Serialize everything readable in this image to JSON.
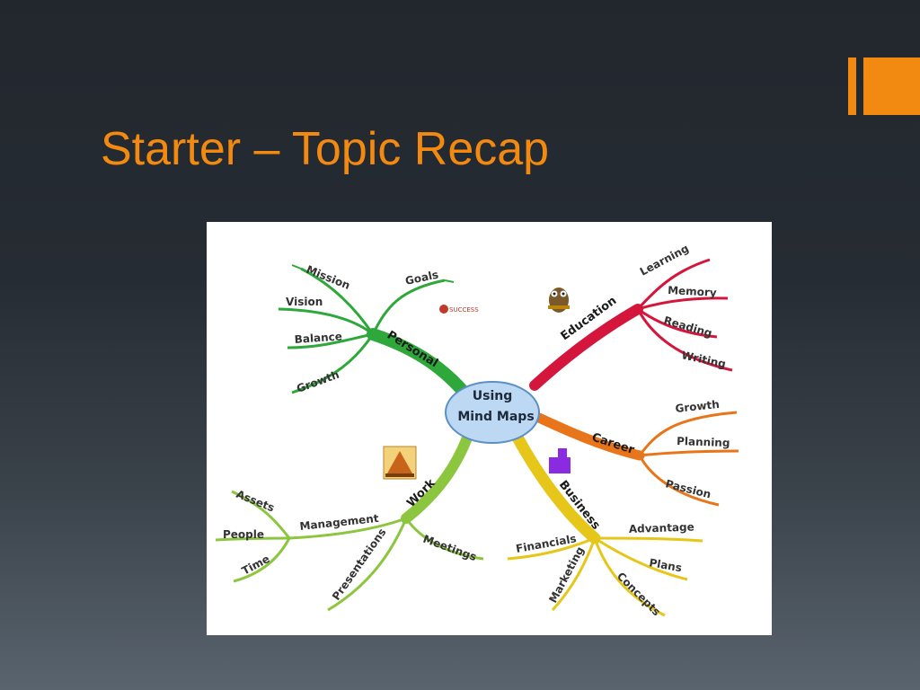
{
  "slide": {
    "title": "Starter – Topic Recap",
    "accent_color": "#f28a12"
  },
  "mindmap": {
    "center": {
      "line1": "Using",
      "line2": "Mind Maps"
    },
    "branches": {
      "personal": {
        "label": "Personal",
        "color": "#2ea83a",
        "items": [
          "Mission",
          "Goals",
          "Vision",
          "Balance",
          "Growth"
        ]
      },
      "education": {
        "label": "Education",
        "color": "#d4163c",
        "items": [
          "Learning",
          "Memory",
          "Reading",
          "Writing"
        ]
      },
      "career": {
        "label": "Career",
        "color": "#e8751a",
        "items": [
          "Growth",
          "Planning",
          "Passion"
        ]
      },
      "business": {
        "label": "Business",
        "color": "#e6c619",
        "items": [
          "Advantage",
          "Financials",
          "Plans",
          "Marketing",
          "Concepts"
        ]
      },
      "work": {
        "label": "Work",
        "color": "#8cc63e",
        "items": [
          "Assets",
          "Management",
          "People",
          "Time",
          "Presentations",
          "Meetings"
        ]
      }
    },
    "sticker_text": "SUCCESS"
  }
}
